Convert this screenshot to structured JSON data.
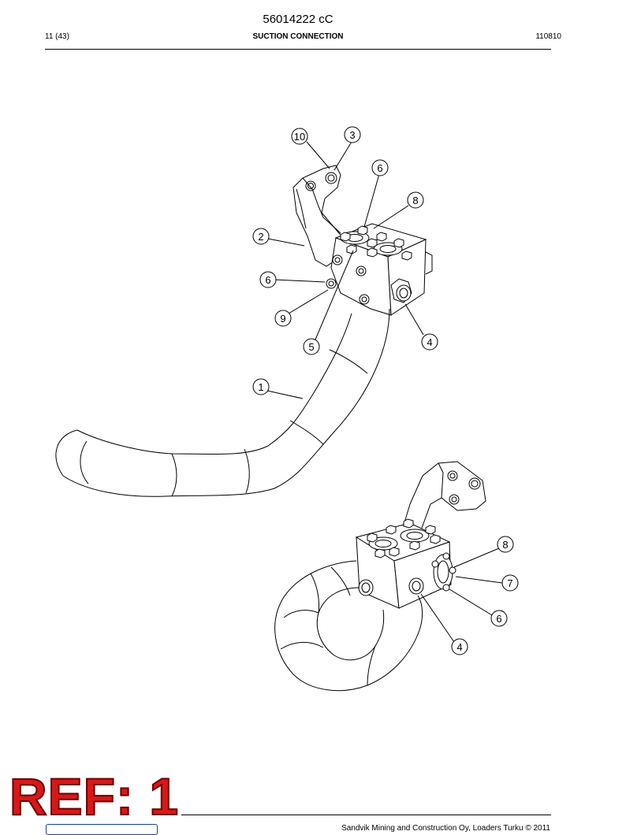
{
  "header": {
    "document_number": "56014222 cC",
    "page_count": "11 (43)",
    "section_title": "SUCTION CONNECTION",
    "date_code": "110810"
  },
  "upper_view": {
    "callouts": [
      "10",
      "3",
      "6",
      "8",
      "2",
      "6",
      "9",
      "5",
      "4",
      "1"
    ]
  },
  "lower_view": {
    "callouts": [
      "8",
      "7",
      "6",
      "4"
    ]
  },
  "footer": {
    "ref_stamp": "REF: 1",
    "copyright": "Sandvik Mining and Construction Oy, Loaders Turku © 2011"
  }
}
